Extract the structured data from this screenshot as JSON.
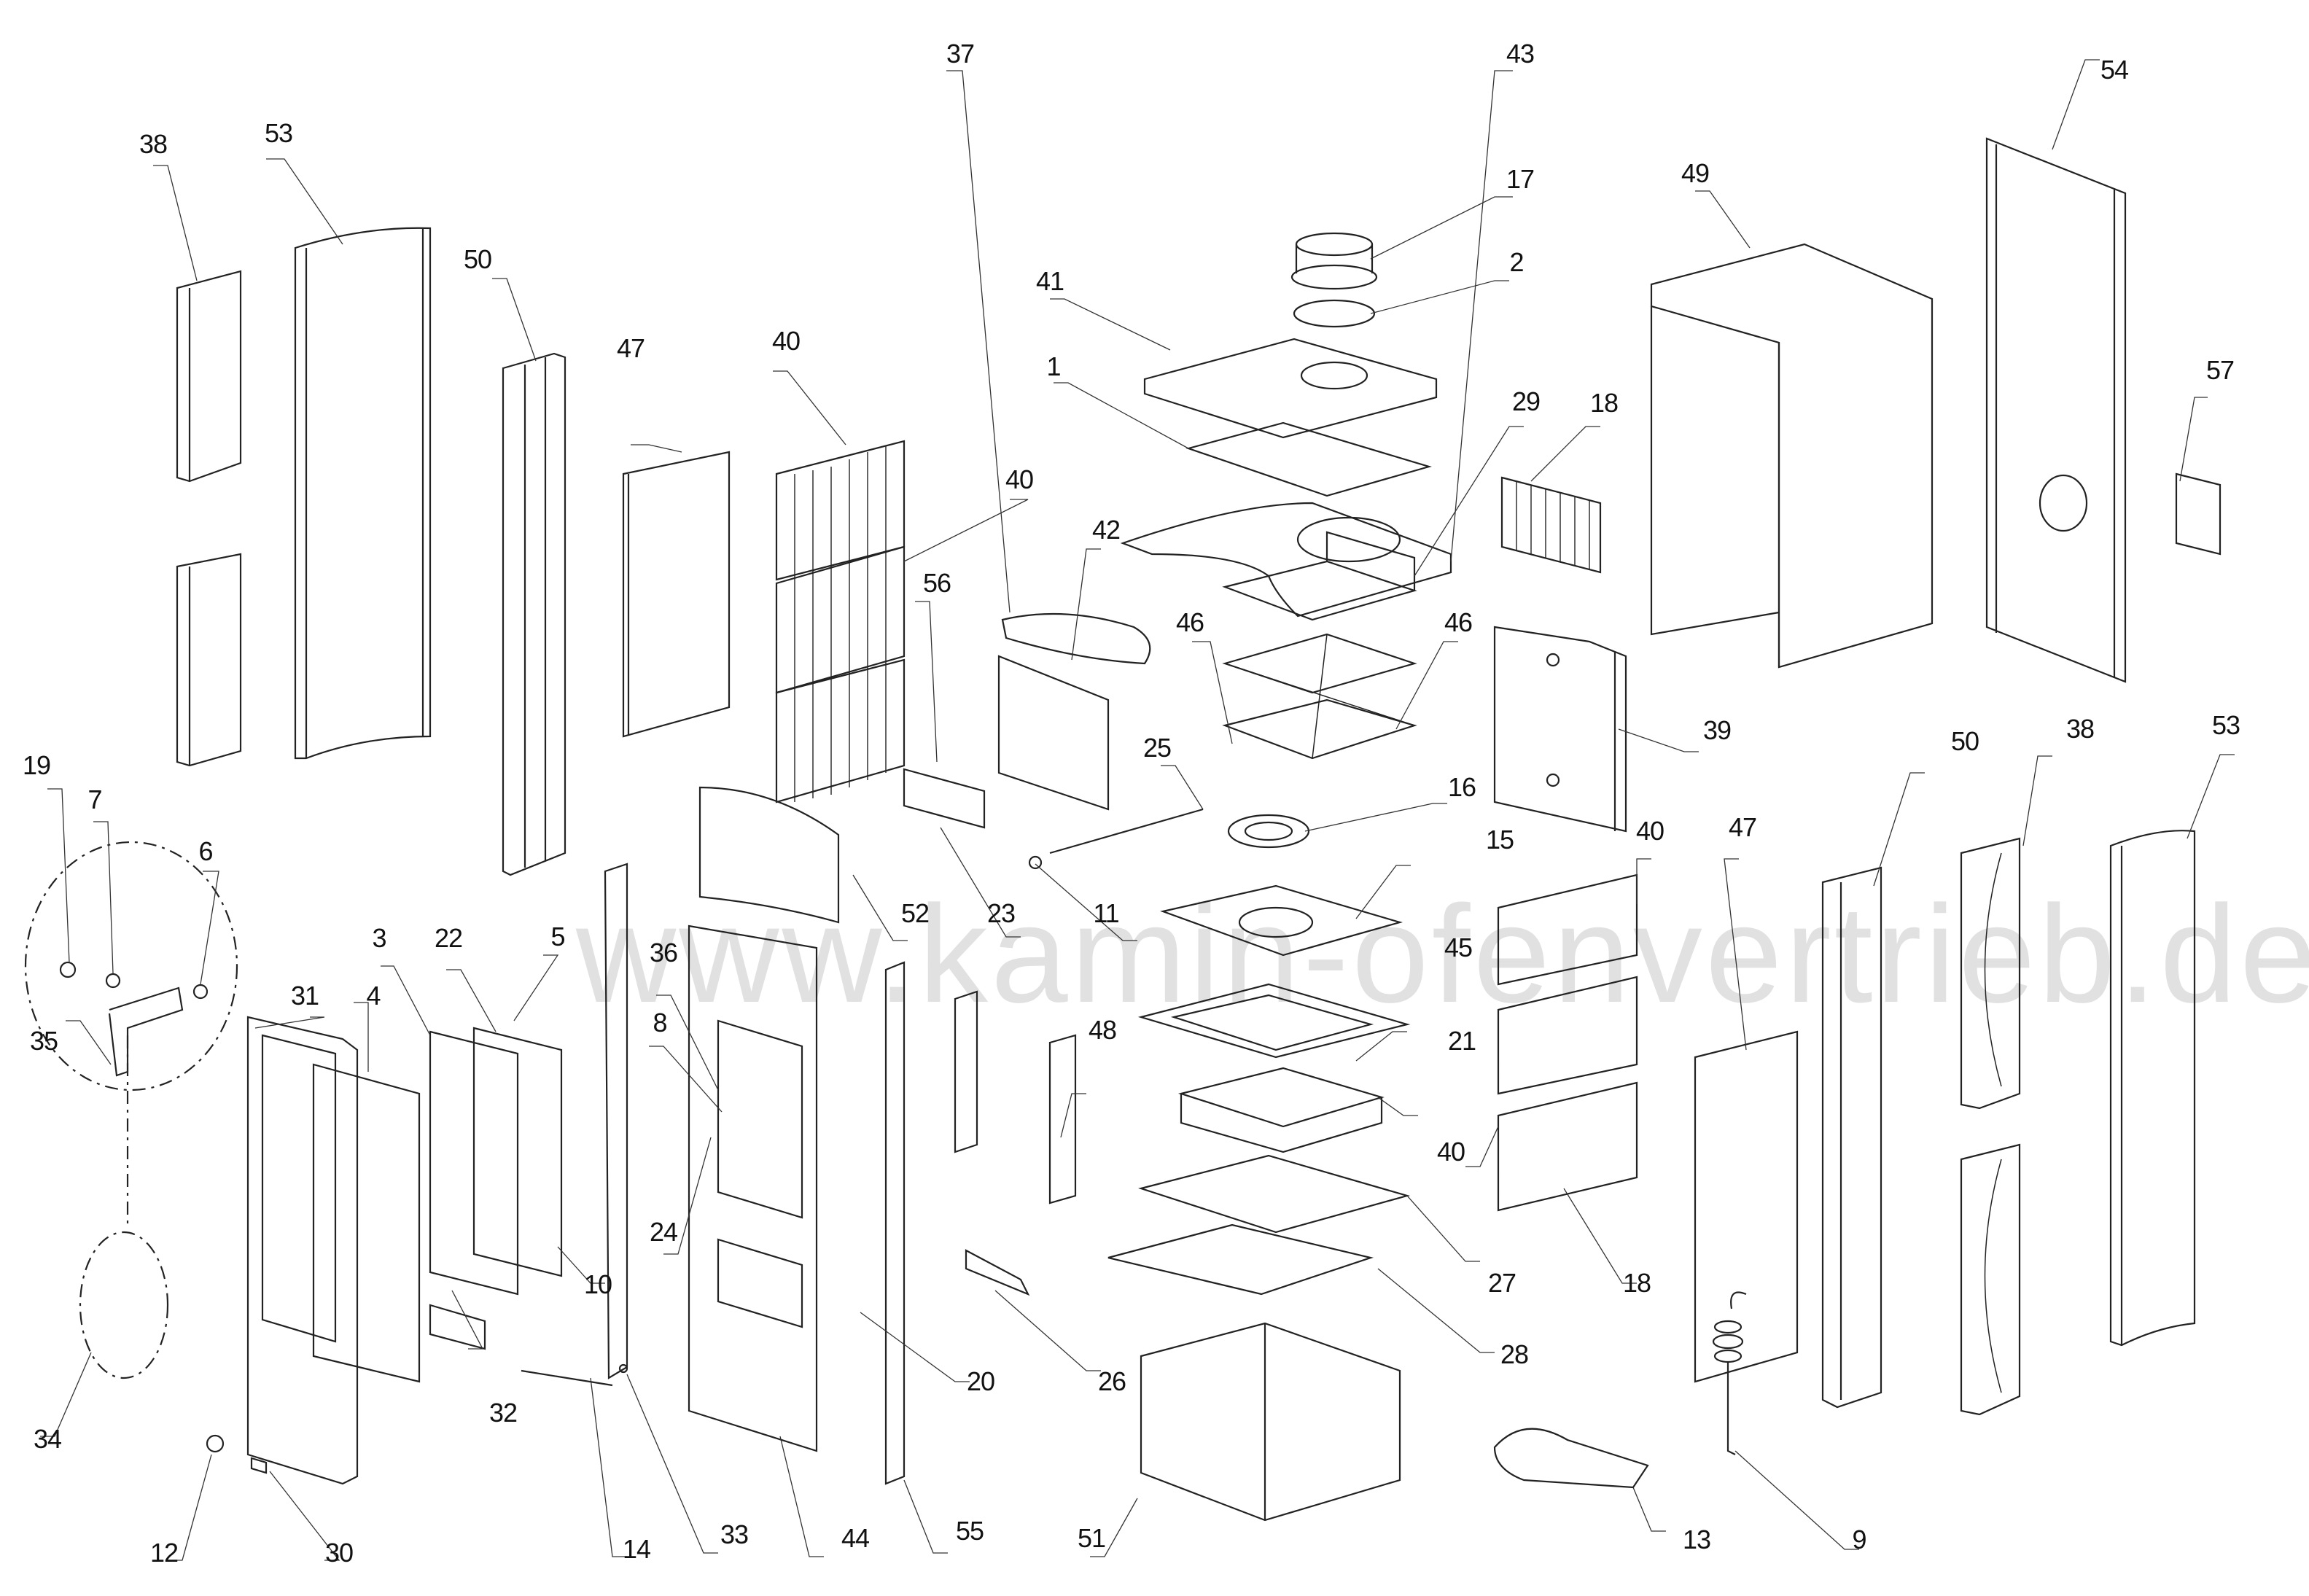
{
  "diagram": {
    "title": "Exploded parts diagram",
    "watermark": "www.kamin-ofenvertrieb.de",
    "labels": [
      {
        "id": "38a",
        "text": "38"
      },
      {
        "id": "53a",
        "text": "53"
      },
      {
        "id": "50a",
        "text": "50"
      },
      {
        "id": "47a",
        "text": "47"
      },
      {
        "id": "40a",
        "text": "40"
      },
      {
        "id": "40b",
        "text": "40"
      },
      {
        "id": "37",
        "text": "37"
      },
      {
        "id": "43",
        "text": "43"
      },
      {
        "id": "17",
        "text": "17"
      },
      {
        "id": "2",
        "text": "2"
      },
      {
        "id": "41",
        "text": "41"
      },
      {
        "id": "1",
        "text": "1"
      },
      {
        "id": "29",
        "text": "29"
      },
      {
        "id": "18a",
        "text": "18"
      },
      {
        "id": "49",
        "text": "49"
      },
      {
        "id": "54",
        "text": "54"
      },
      {
        "id": "57",
        "text": "57"
      },
      {
        "id": "56",
        "text": "56"
      },
      {
        "id": "42",
        "text": "42"
      },
      {
        "id": "46a",
        "text": "46"
      },
      {
        "id": "46b",
        "text": "46"
      },
      {
        "id": "39",
        "text": "39"
      },
      {
        "id": "25",
        "text": "25"
      },
      {
        "id": "16",
        "text": "16"
      },
      {
        "id": "19",
        "text": "19"
      },
      {
        "id": "7",
        "text": "7"
      },
      {
        "id": "6",
        "text": "6"
      },
      {
        "id": "35",
        "text": "35"
      },
      {
        "id": "3",
        "text": "3"
      },
      {
        "id": "22",
        "text": "22"
      },
      {
        "id": "5",
        "text": "5"
      },
      {
        "id": "36",
        "text": "36"
      },
      {
        "id": "52",
        "text": "52"
      },
      {
        "id": "23",
        "text": "23"
      },
      {
        "id": "11",
        "text": "11"
      },
      {
        "id": "15",
        "text": "15"
      },
      {
        "id": "31",
        "text": "31"
      },
      {
        "id": "4",
        "text": "4"
      },
      {
        "id": "8",
        "text": "8"
      },
      {
        "id": "24",
        "text": "24"
      },
      {
        "id": "48",
        "text": "48"
      },
      {
        "id": "45",
        "text": "45"
      },
      {
        "id": "21",
        "text": "21"
      },
      {
        "id": "40c",
        "text": "40"
      },
      {
        "id": "40d",
        "text": "40"
      },
      {
        "id": "47b",
        "text": "47"
      },
      {
        "id": "50b",
        "text": "50"
      },
      {
        "id": "38b",
        "text": "38"
      },
      {
        "id": "53b",
        "text": "53"
      },
      {
        "id": "10",
        "text": "10"
      },
      {
        "id": "27",
        "text": "27"
      },
      {
        "id": "18b",
        "text": "18"
      },
      {
        "id": "34",
        "text": "34"
      },
      {
        "id": "32",
        "text": "32"
      },
      {
        "id": "20",
        "text": "20"
      },
      {
        "id": "26",
        "text": "26"
      },
      {
        "id": "28",
        "text": "28"
      },
      {
        "id": "12",
        "text": "12"
      },
      {
        "id": "30",
        "text": "30"
      },
      {
        "id": "14",
        "text": "14"
      },
      {
        "id": "33",
        "text": "33"
      },
      {
        "id": "44",
        "text": "44"
      },
      {
        "id": "55",
        "text": "55"
      },
      {
        "id": "51",
        "text": "51"
      },
      {
        "id": "13",
        "text": "13"
      },
      {
        "id": "9",
        "text": "9"
      }
    ]
  }
}
